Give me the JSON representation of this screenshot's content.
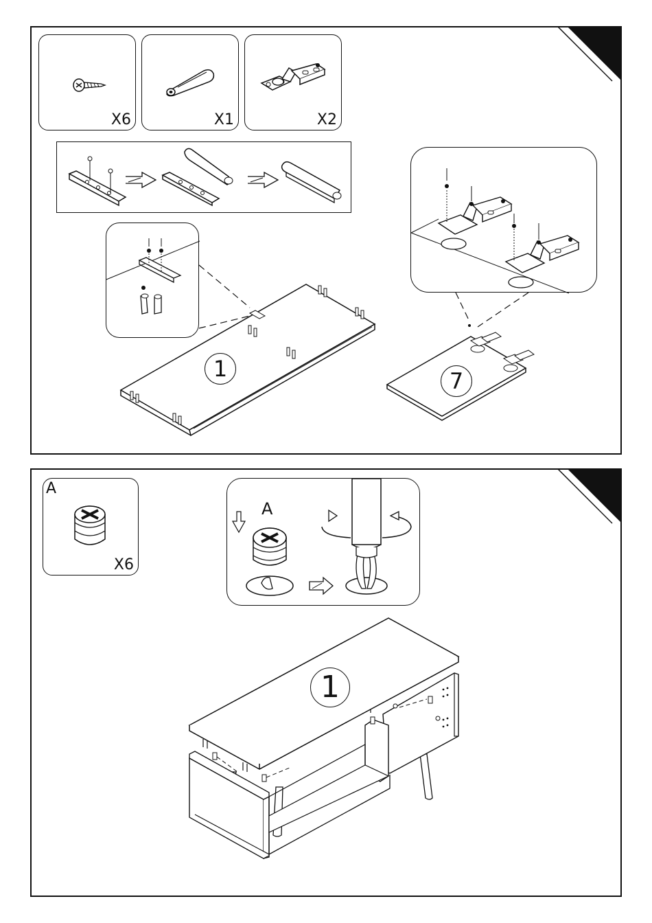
{
  "panel1": {
    "parts": [
      {
        "icon": "screw-icon",
        "qty": "X6"
      },
      {
        "icon": "door-damper-icon",
        "qty": "X1"
      },
      {
        "icon": "hinge-icon",
        "qty": "X2"
      }
    ],
    "step_left": "1",
    "step_right": "7"
  },
  "panel2": {
    "parts": [
      {
        "letter": "A",
        "icon": "cam-lock-icon",
        "qty": "X6"
      }
    ],
    "detail_letter": "A",
    "step": "1"
  }
}
